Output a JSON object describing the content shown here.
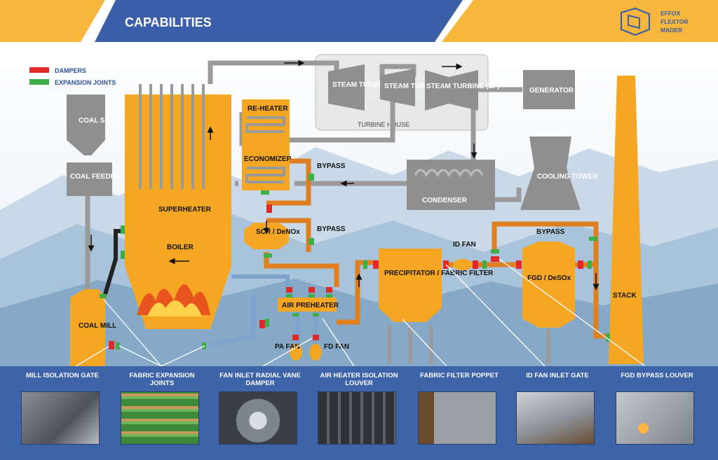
{
  "header": {
    "title": "CAPABILITIES",
    "brand_lines": [
      "EFFOX",
      "FLEXTOR",
      "MADER"
    ],
    "logo_icon": "effox-flextor-mader-logo"
  },
  "legend": {
    "dampers": "DAMPERS",
    "expansion_joints": "EXPANSION JOINTS",
    "damper_color": "#e02a2a",
    "joint_color": "#3fae49"
  },
  "colors": {
    "header_blue": "#3b5ea8",
    "accent_yellow": "#f6b73c",
    "equipment_orange": "#f5a623",
    "pipe_orange": "#e07f1f",
    "pipe_gray": "#9a9a9a",
    "equipment_gray": "#8f8f8f",
    "bottom_band": "#3d63a8"
  },
  "components": {
    "coal_silo": "COAL SILO",
    "coal_feeder": "COAL FEEDER",
    "coal_mill": "COAL MILL",
    "superheater": "SUPERHEATER",
    "boiler": "BOILER",
    "reheater": "RE-HEATER",
    "economizer": "ECONOMIZER",
    "bypass_1": "BYPASS",
    "bypass_2": "BYPASS",
    "bypass_3": "BYPASS",
    "scr": "SCR / DeNOx",
    "air_preheater": "AIR PREHEATER",
    "pa_fan": "PA FAN",
    "fd_fan": "FD FAN",
    "precipitator": "PRECIPITATOR / FABRIC FILTER",
    "id_fan": "ID FAN",
    "fgd": "FGD / DeSOx",
    "stack": "STACK",
    "steam_turbine_hp": "STEAM TURBINE (HP)",
    "steam_turbine_ip": "STEAM TURBINE (IP)",
    "steam_turbine_lp": "STEAM TURBINE (LP)",
    "turbine_house": "TURBINE HOUSE",
    "generator": "GENERATOR",
    "condenser": "CONDENSER",
    "cooling_tower": "COOLING TOWER"
  },
  "products": [
    {
      "label": "MILL ISOLATION GATE",
      "icon": "isolation-gate-photo"
    },
    {
      "label": "FABRIC EXPANSION JOINTS",
      "icon": "expansion-joints-photo"
    },
    {
      "label": "FAN INLET RADIAL VANE DAMPER",
      "icon": "radial-vane-damper-photo"
    },
    {
      "label": "AIR HEATER ISOLATION LOUVER",
      "icon": "isolation-louver-photo"
    },
    {
      "label": "FABRIC FILTER POPPET",
      "icon": "filter-poppet-photo"
    },
    {
      "label": "ID FAN INLET GATE",
      "icon": "inlet-gate-photo"
    },
    {
      "label": "FGD BYPASS LOUVER",
      "icon": "bypass-louver-photo"
    }
  ]
}
